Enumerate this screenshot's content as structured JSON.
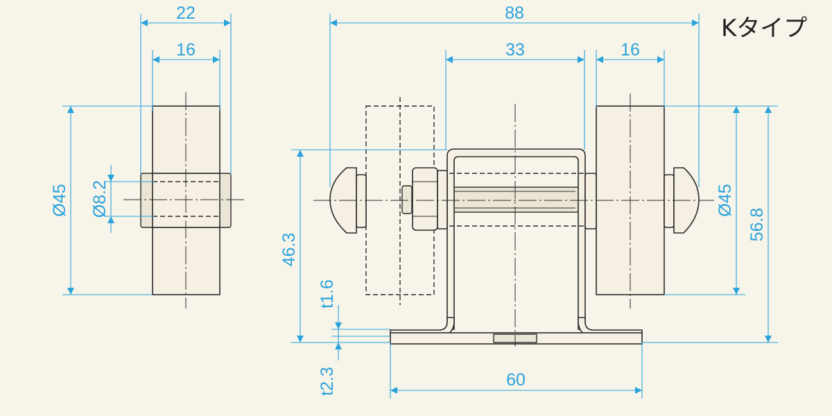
{
  "title": "Kタイプ",
  "dimensions": {
    "side_width_total": "22",
    "side_width_wheel": "16",
    "side_outer_dia": "Ø45",
    "side_axle_dia": "Ø8.2",
    "front_width_total": "88",
    "front_bracket_width": "33",
    "front_wheel_width": "16",
    "front_outer_dia": "Ø45",
    "total_height": "56.8",
    "axle_height": "46.3",
    "plate_thickness_upper": "t1.6",
    "plate_thickness_base": "t2.3",
    "base_width": "60"
  },
  "colors": {
    "background": "#f7f4ea",
    "dimension": "#2aa3dc",
    "outline": "#2a2a2a"
  }
}
